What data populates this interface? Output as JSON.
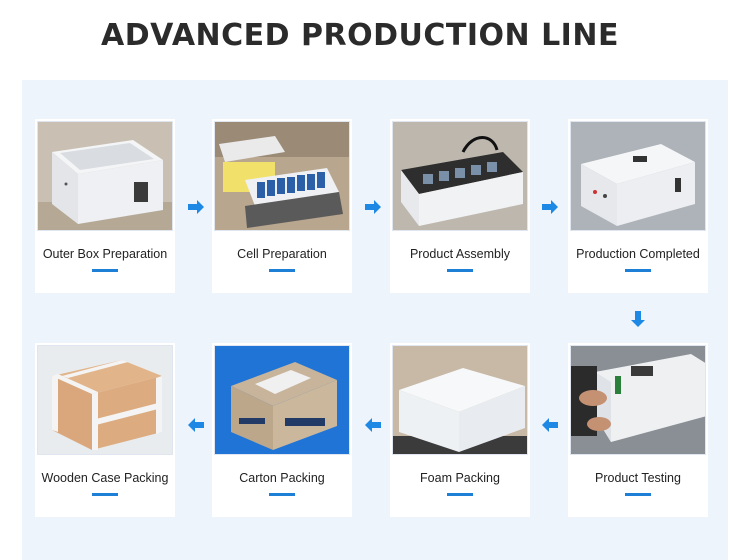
{
  "title": "ADVANCED PRODUCTION LINE",
  "steps": [
    {
      "label": "Outer Box Preparation"
    },
    {
      "label": "Cell  Preparation"
    },
    {
      "label": "Product  Assembly"
    },
    {
      "label": "Production Completed"
    },
    {
      "label": "Product Testing"
    },
    {
      "label": "Foam Packing"
    },
    {
      "label": "Carton Packing"
    },
    {
      "label": "Wooden Case Packing"
    }
  ],
  "colors": {
    "accent": "#1e7fd6",
    "arrow": "#1e88e5",
    "panel": "#eef4fb"
  }
}
